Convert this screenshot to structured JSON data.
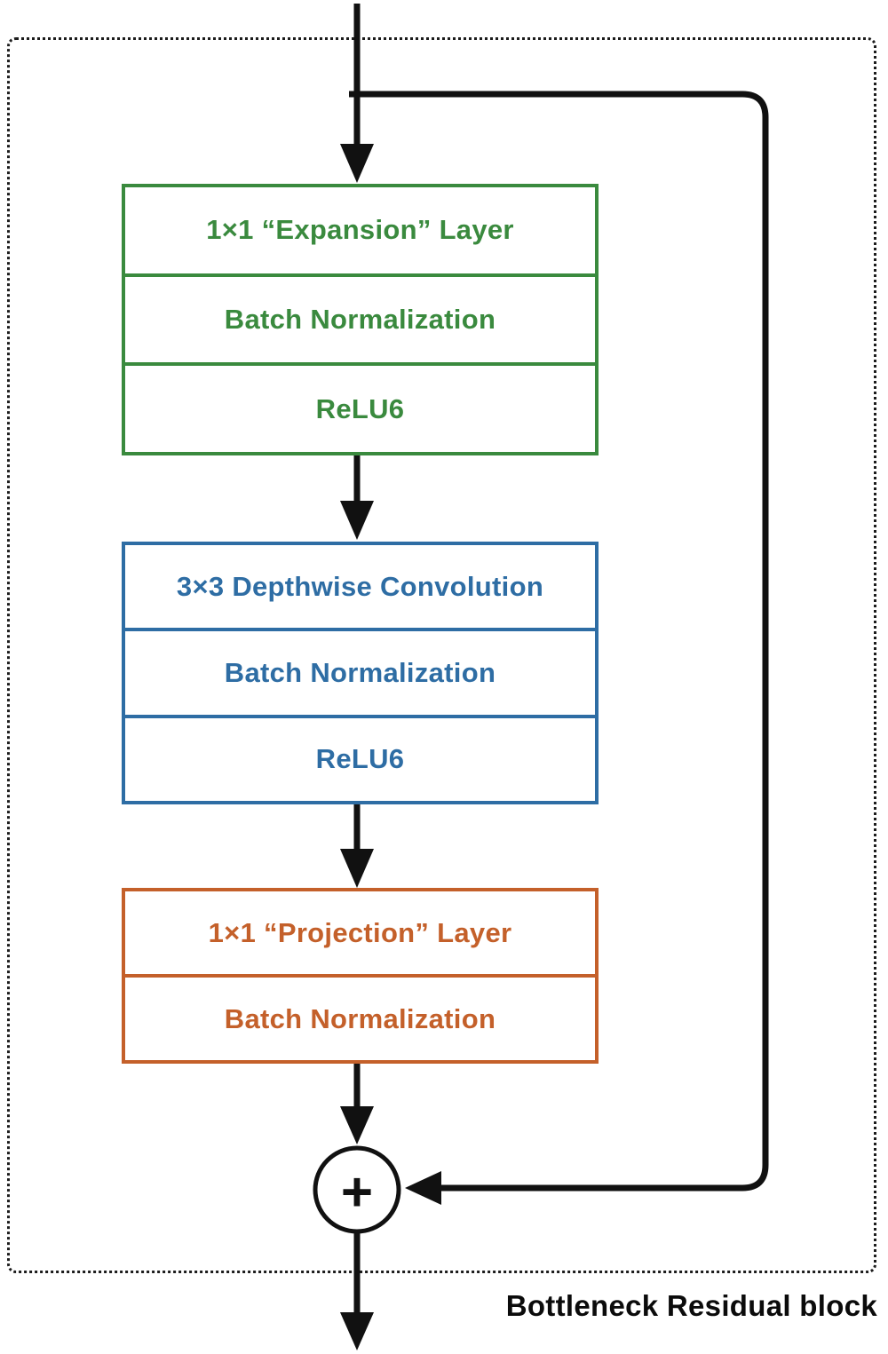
{
  "diagram": {
    "caption": "Bottleneck Residual block",
    "operator": "+",
    "blocks": [
      {
        "name": "expansion",
        "color": "#3a8a3e",
        "rows": [
          "1×1 “Expansion” Layer",
          "Batch Normalization",
          "ReLU6"
        ]
      },
      {
        "name": "depthwise",
        "color": "#2e6da4",
        "rows": [
          "3×3 Depthwise Convolution",
          "Batch Normalization",
          "ReLU6"
        ]
      },
      {
        "name": "projection",
        "color": "#c4602a",
        "rows": [
          "1×1 “Projection” Layer",
          "Batch Normalization"
        ]
      }
    ],
    "colors": {
      "line": "#111111",
      "frame": "#1c1c1c",
      "green": "#3a8a3e",
      "blue": "#2e6da4",
      "orange": "#c4602a"
    }
  }
}
